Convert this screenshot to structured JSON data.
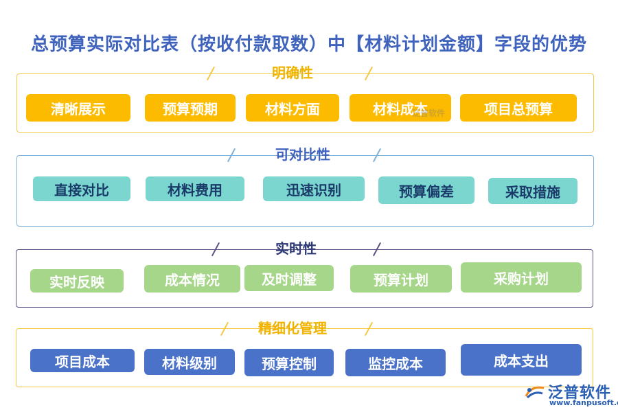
{
  "title": "总预算实际对比表（按收付款取数）中【材料计划金额】字段的优势",
  "colors": {
    "title": "#3f63bd",
    "sec1_border": "#f5c842",
    "sec1_label": "#f0b400",
    "sec1_pill": "#fdbb00",
    "sec1_text": "#ffffff",
    "sec2_border": "#7fb0d8",
    "sec2_label": "#3f63bd",
    "sec2_pill": "#7ad6cf",
    "sec2_text": "#1a3a6a",
    "sec3_border": "#5c4f86",
    "sec3_label": "#2e3a76",
    "sec3_pill": "#a6d68a",
    "sec3_text": "#ffffff",
    "sec4_border": "#f5c842",
    "sec4_label": "#f0b400",
    "sec4_pill": "#4a72c8",
    "sec4_text": "#ffffff"
  },
  "sections": [
    {
      "label": "明确性",
      "items": [
        "清晰展示",
        "预算预期",
        "材料方面",
        "材料成本",
        "项目总预算"
      ]
    },
    {
      "label": "可对比性",
      "items": [
        "直接对比",
        "材料费用",
        "迅速识别",
        "预算偏差",
        "采取措施"
      ]
    },
    {
      "label": "实时性",
      "items": [
        "实时反映",
        "成本情况",
        "及时调整",
        "预算计划",
        "采购计划"
      ]
    },
    {
      "label": "精细化管理",
      "items": [
        "项目成本",
        "材料级别",
        "预算控制",
        "监控成本",
        "成本支出"
      ]
    }
  ],
  "watermark": "泛普软件",
  "logo": {
    "name": "泛普软件",
    "url": "www.fanpusoft.com",
    "icon": "fanpu-logo-icon"
  }
}
